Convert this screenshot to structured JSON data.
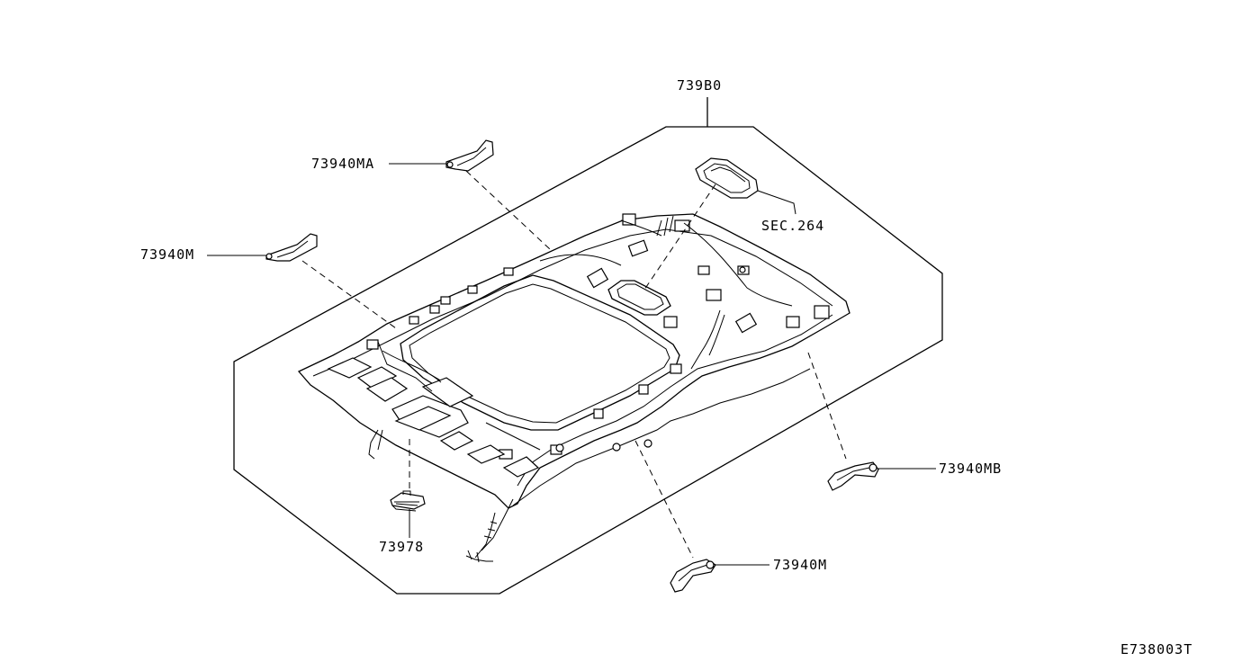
{
  "labels": {
    "headlining": "739B0",
    "grip_front_right": "73940MA",
    "grip_front_left": "73940M",
    "map_lamp_ref": "SEC.264",
    "grip_rear_right": "73940MB",
    "grip_rear_left": "73940M",
    "clip": "73978",
    "figure_code": "E738003T"
  }
}
